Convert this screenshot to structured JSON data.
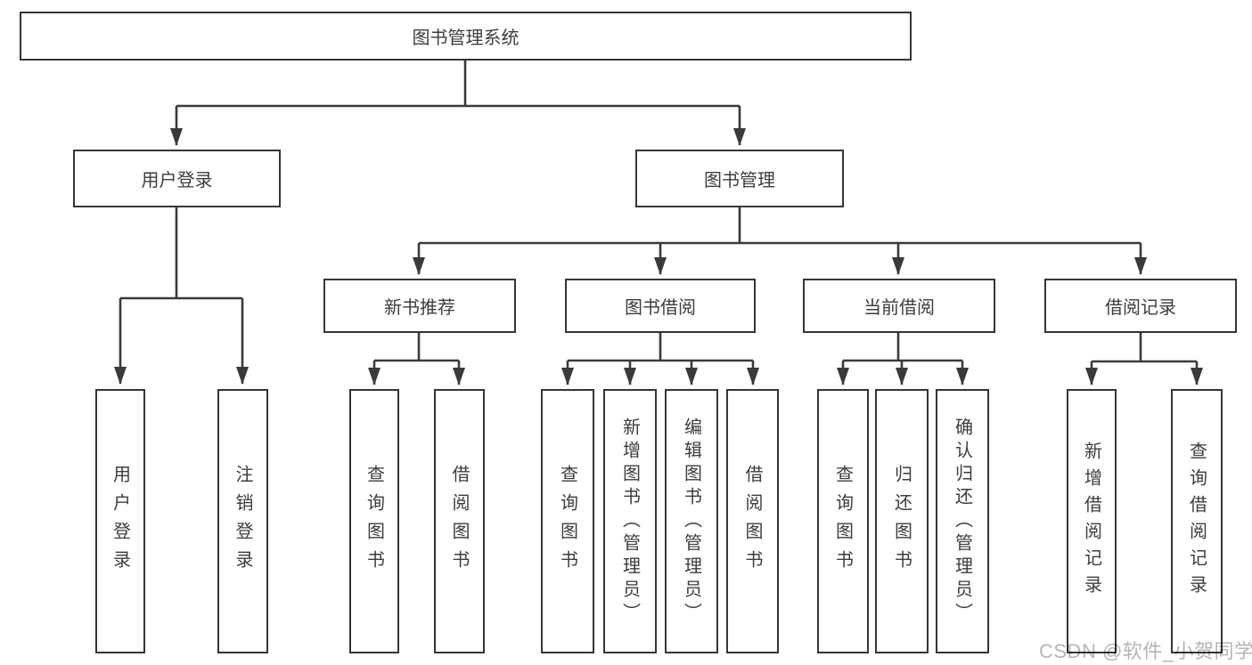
{
  "diagram": {
    "title": "图书管理系统",
    "colors": {
      "line": "#3a3a3a",
      "border": "#353535",
      "text": "#3d3d3d",
      "watermark": "#b5b5b5",
      "background": "#ffffff"
    },
    "watermark": "CSDN @软件_小贺同学",
    "nodes": {
      "root": {
        "label": "图书管理系统"
      },
      "user_login": {
        "label": "用户登录"
      },
      "book_mgmt": {
        "label": "图书管理"
      },
      "new_book_rec": {
        "label": "新书推荐"
      },
      "book_borrow": {
        "label": "图书借阅"
      },
      "current_borrow": {
        "label": "当前借阅"
      },
      "borrow_records": {
        "label": "借阅记录"
      },
      "leaf_user_login": {
        "label": "用户登录"
      },
      "leaf_logout": {
        "label": "注销登录"
      },
      "leaf_query_book_1": {
        "label": "查询图书"
      },
      "leaf_borrow_book_1": {
        "label": "借阅图书"
      },
      "leaf_query_book_2": {
        "label": "查询图书"
      },
      "leaf_add_book": {
        "label": "新增图书（管理员）"
      },
      "leaf_edit_book": {
        "label": "编辑图书（管理员）"
      },
      "leaf_borrow_book_2": {
        "label": "借阅图书"
      },
      "leaf_query_book_3": {
        "label": "查询图书"
      },
      "leaf_return_book": {
        "label": "归还图书"
      },
      "leaf_confirm_return": {
        "label": "确认归还（管理员）"
      },
      "leaf_add_record": {
        "label": "新增借阅记录"
      },
      "leaf_query_record": {
        "label": "查询借阅记录"
      }
    },
    "edges": [
      "root->user_login",
      "root->book_mgmt",
      "user_login->leaf_user_login",
      "user_login->leaf_logout",
      "book_mgmt->new_book_rec",
      "book_mgmt->book_borrow",
      "book_mgmt->current_borrow",
      "book_mgmt->borrow_records",
      "new_book_rec->leaf_query_book_1",
      "new_book_rec->leaf_borrow_book_1",
      "book_borrow->leaf_query_book_2",
      "book_borrow->leaf_add_book",
      "book_borrow->leaf_edit_book",
      "book_borrow->leaf_borrow_book_2",
      "current_borrow->leaf_query_book_3",
      "current_borrow->leaf_return_book",
      "current_borrow->leaf_confirm_return",
      "borrow_records->leaf_add_record",
      "borrow_records->leaf_query_record"
    ]
  }
}
